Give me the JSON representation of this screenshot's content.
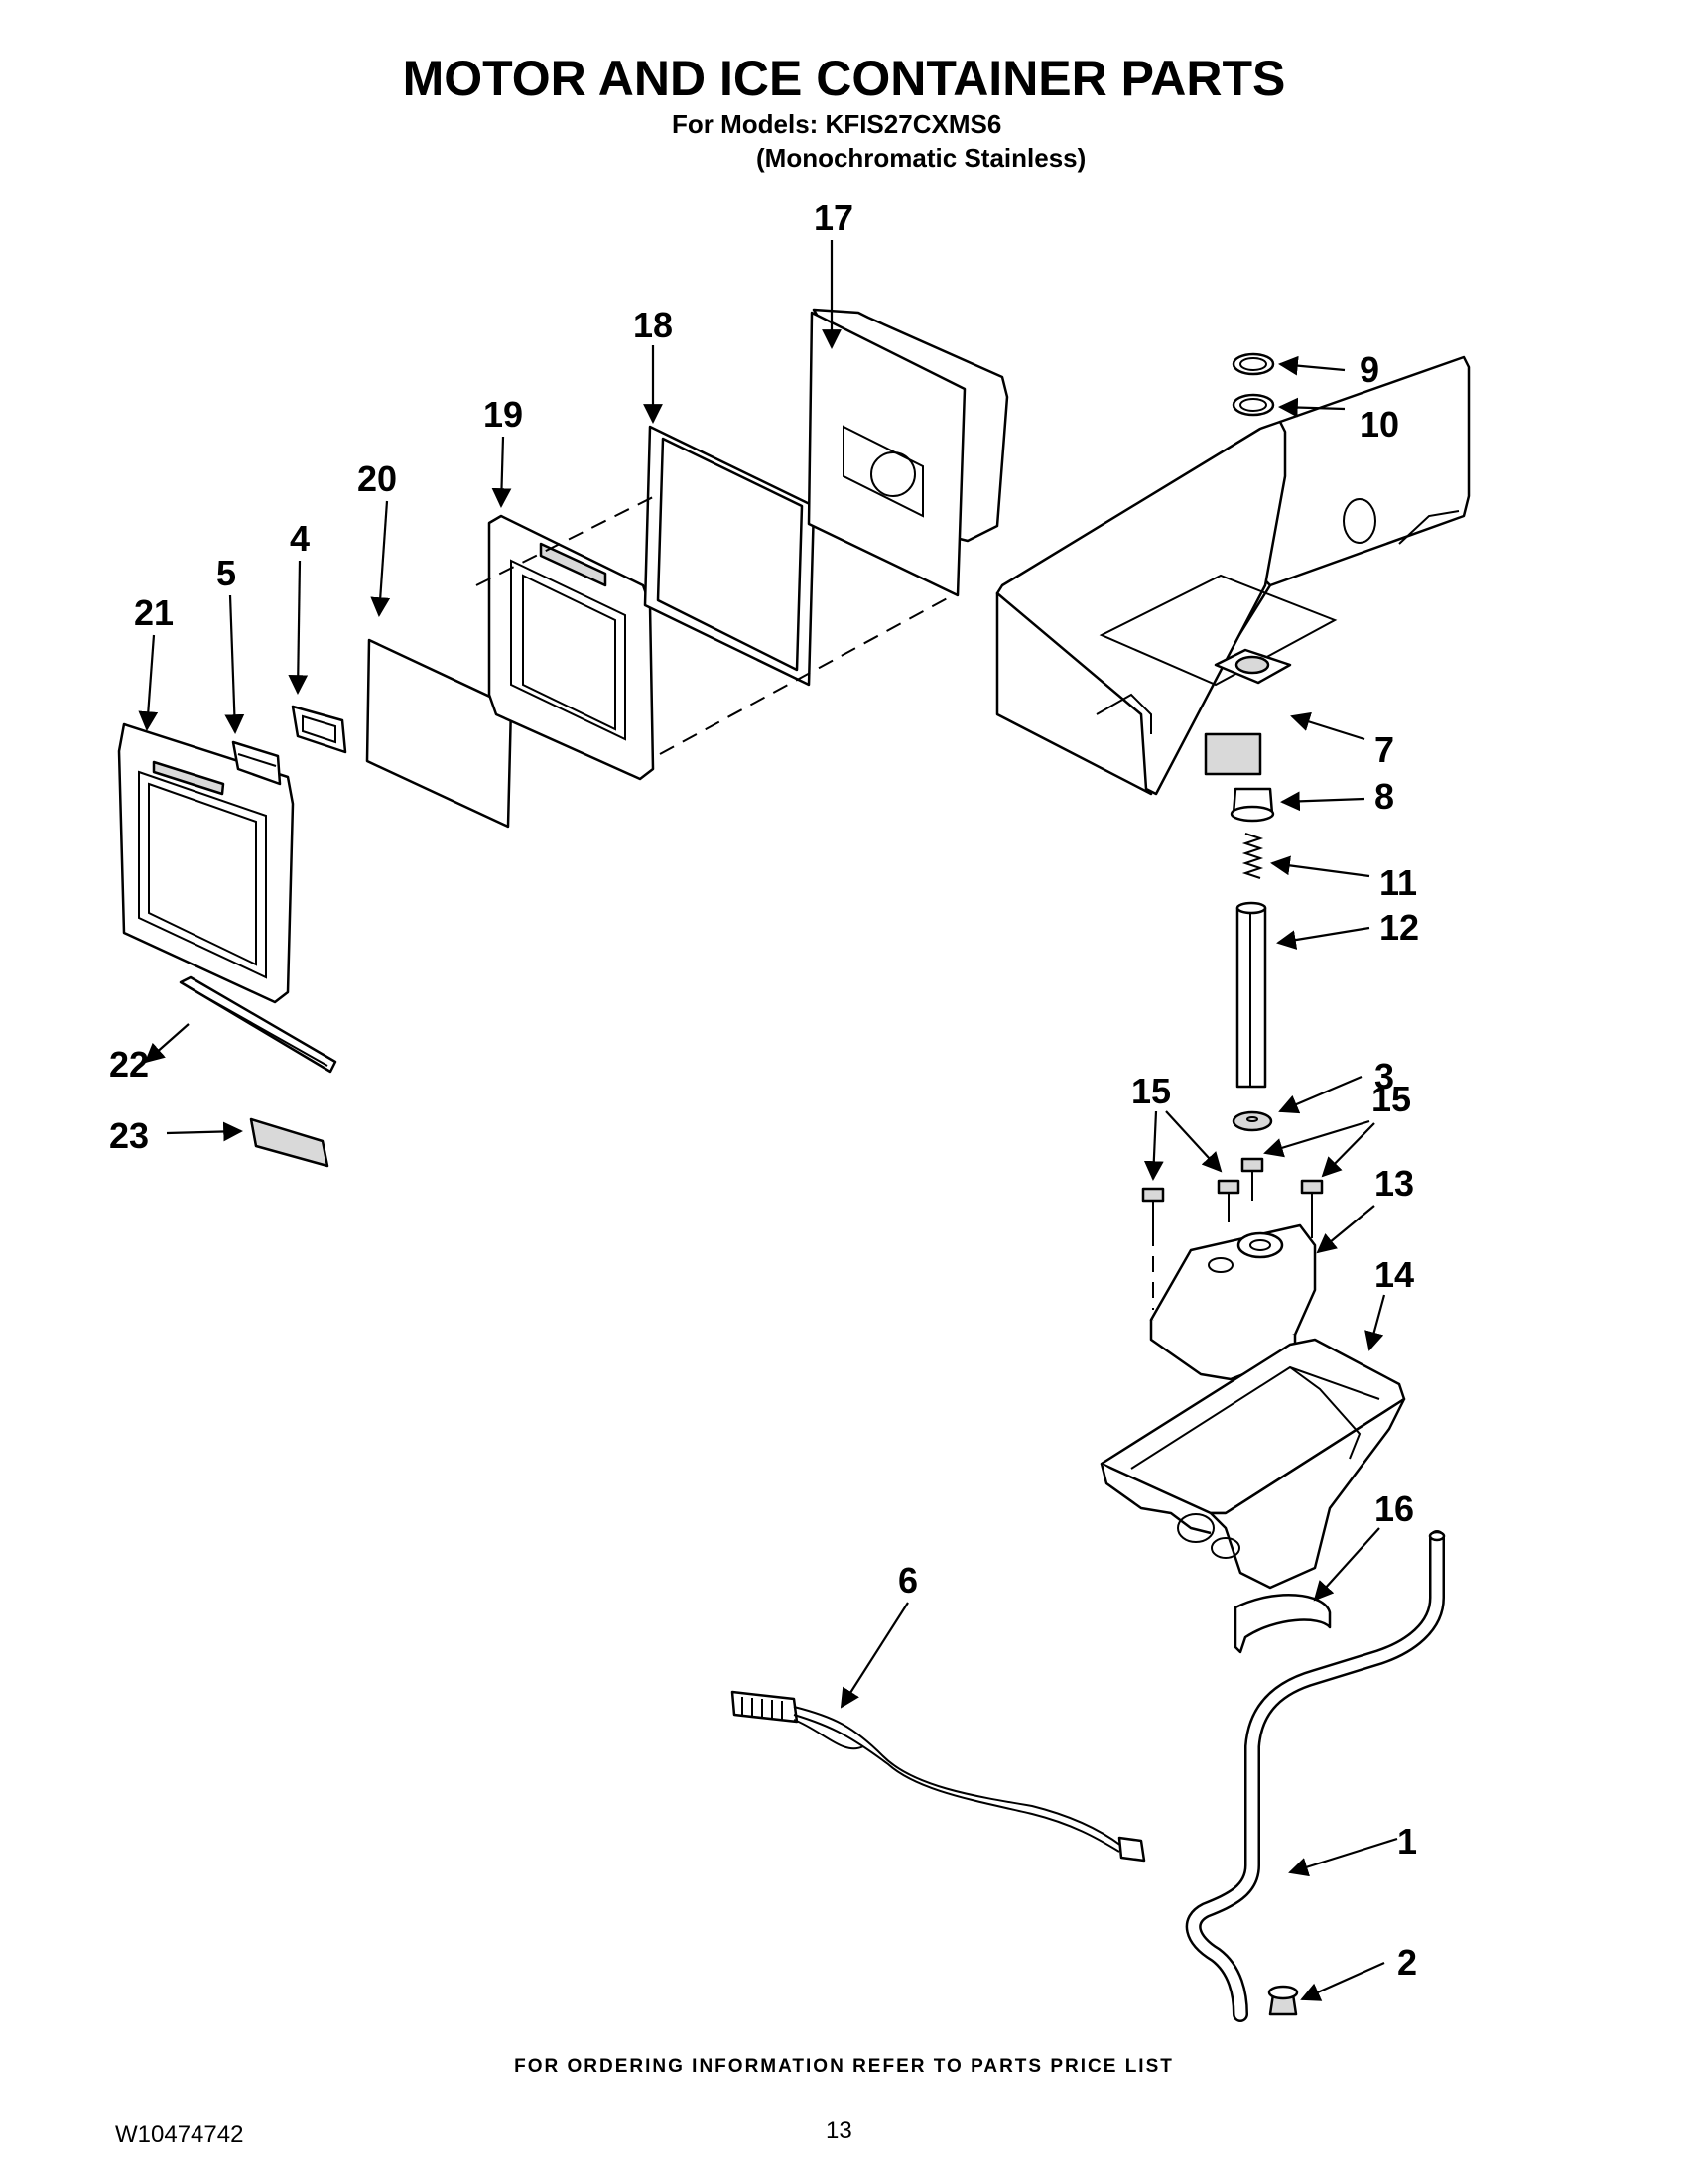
{
  "header": {
    "title": "MOTOR AND ICE CONTAINER PARTS",
    "models_line": "For Models: KFIS27CXMS6",
    "color_line": "(Monochromatic Stainless)"
  },
  "callouts": [
    "1",
    "2",
    "3",
    "4",
    "5",
    "6",
    "7",
    "8",
    "9",
    "10",
    "11",
    "12",
    "13",
    "14",
    "15",
    "15",
    "16",
    "17",
    "18",
    "19",
    "20",
    "21",
    "22",
    "23"
  ],
  "footer": {
    "ordering_note": "FOR ORDERING INFORMATION REFER TO PARTS PRICE LIST",
    "doc_number": "W10474742",
    "page_number": "13"
  }
}
